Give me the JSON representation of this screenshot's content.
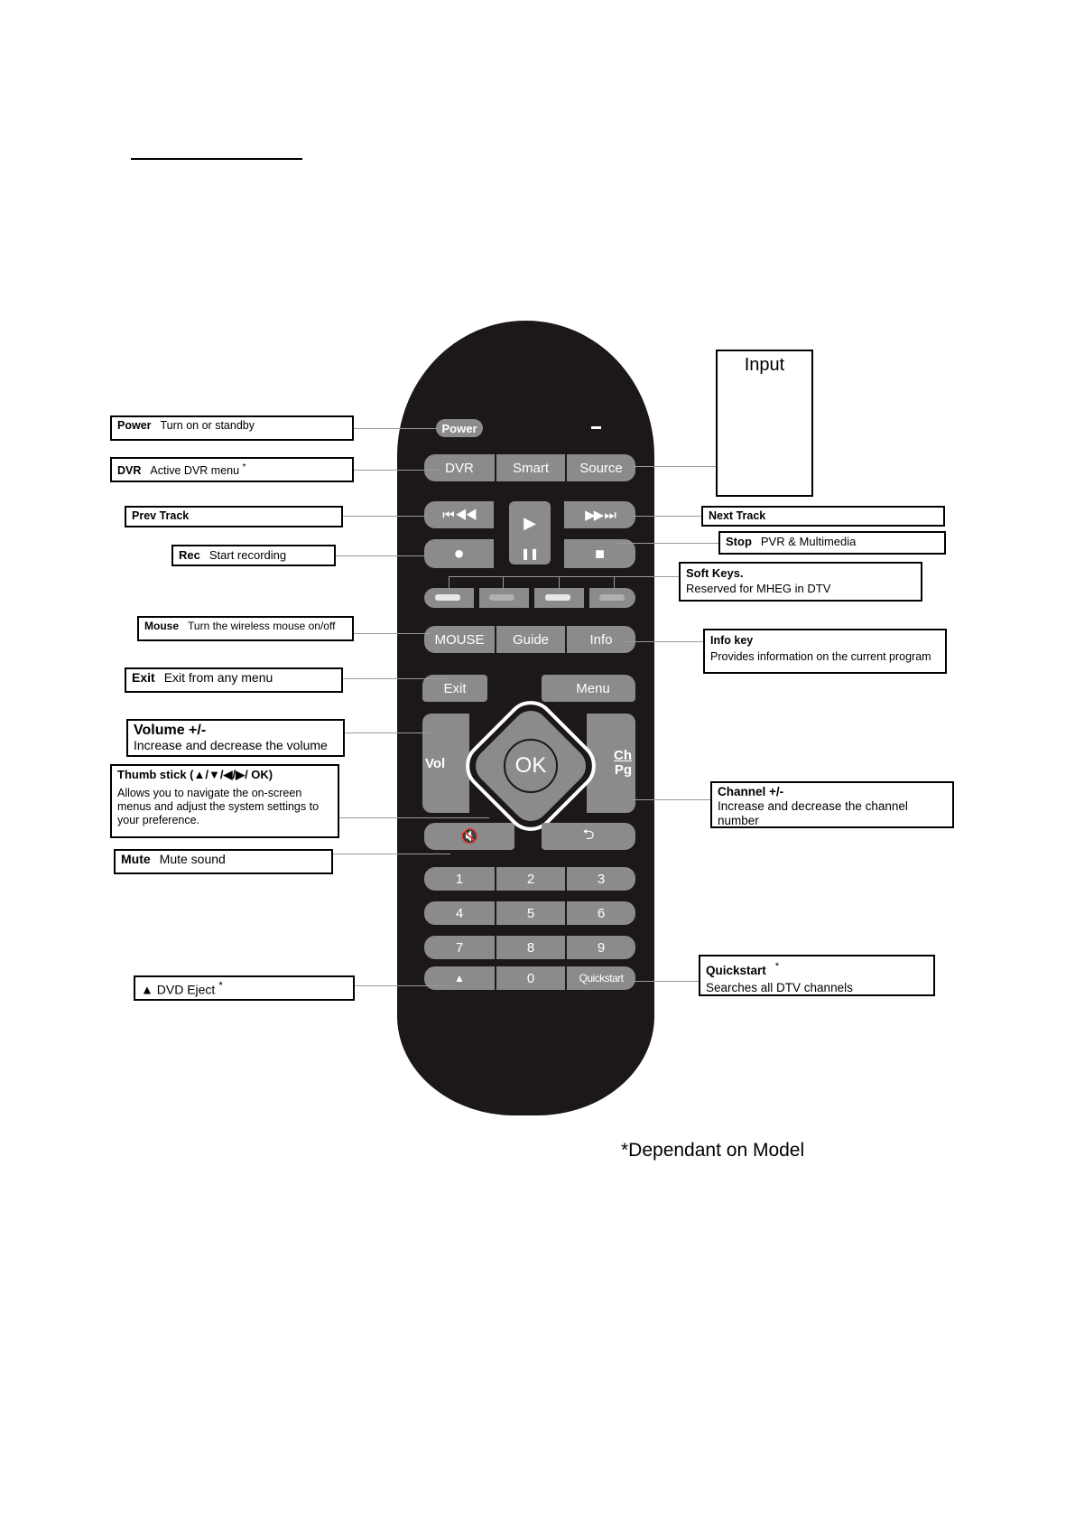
{
  "remote": {
    "power": "Power",
    "dvr": "DVR",
    "smart": "Smart",
    "source": "Source",
    "prev_symbols": "⏮ ◀◀",
    "play": "▶",
    "next_symbols": "▶▶ ⏭",
    "rec": "●",
    "pause": "❚❚",
    "stop": "■",
    "mouse": "MOUSE",
    "guide": "Guide",
    "info": "Info",
    "exit": "Exit",
    "menu": "Menu",
    "vol": "Vol",
    "ok": "OK",
    "ch": "Ch",
    "pg": "Pg",
    "mute": "🔇",
    "back": "⮌",
    "keys": [
      "1",
      "2",
      "3",
      "4",
      "5",
      "6",
      "7",
      "8",
      "9"
    ],
    "eject": "▲",
    "zero": "0",
    "quickstart": "Quickstart"
  },
  "labels": {
    "input": {
      "title": "Input"
    },
    "power": {
      "key": "Power",
      "desc": "Turn on or standby"
    },
    "dvr": {
      "key": "DVR",
      "desc": "Active DVR menu",
      "star": "*"
    },
    "prev": {
      "key": "Prev Track"
    },
    "rec": {
      "key": "Rec",
      "desc": "Start recording"
    },
    "mouse": {
      "key": "Mouse",
      "desc": "Turn the wireless mouse on/off"
    },
    "exit": {
      "key": "Exit",
      "desc": "Exit from any menu"
    },
    "volume": {
      "key": "Volume +/-",
      "desc": "Increase and decrease the volume"
    },
    "thumb": {
      "key": "Thumb stick (▲/▼/◀/▶/ OK)",
      "desc": "Allows you to navigate the on-screen menus and adjust the system settings to your preference."
    },
    "mute": {
      "key": "Mute",
      "desc": "Mute sound"
    },
    "eject": {
      "key": "▲",
      "desc": "DVD Eject",
      "star": "*"
    },
    "next": {
      "key": "Next Track"
    },
    "stop": {
      "key": "Stop",
      "desc": "PVR & Multimedia"
    },
    "soft": {
      "key": "Soft Keys.",
      "desc": "Reserved for MHEG in DTV"
    },
    "info": {
      "key": "Info key",
      "desc": "Provides information on the current program"
    },
    "channel": {
      "key": "Channel +/-",
      "desc": "Increase and decrease the channel number"
    },
    "quick": {
      "key": "Quickstart",
      "star": "*",
      "desc": "Searches all DTV channels"
    }
  },
  "footnote": "*Dependant on Model",
  "colors": {
    "remote_body": "#1c1718",
    "button": "#8b8b8d",
    "button_text": "#ffffff"
  }
}
